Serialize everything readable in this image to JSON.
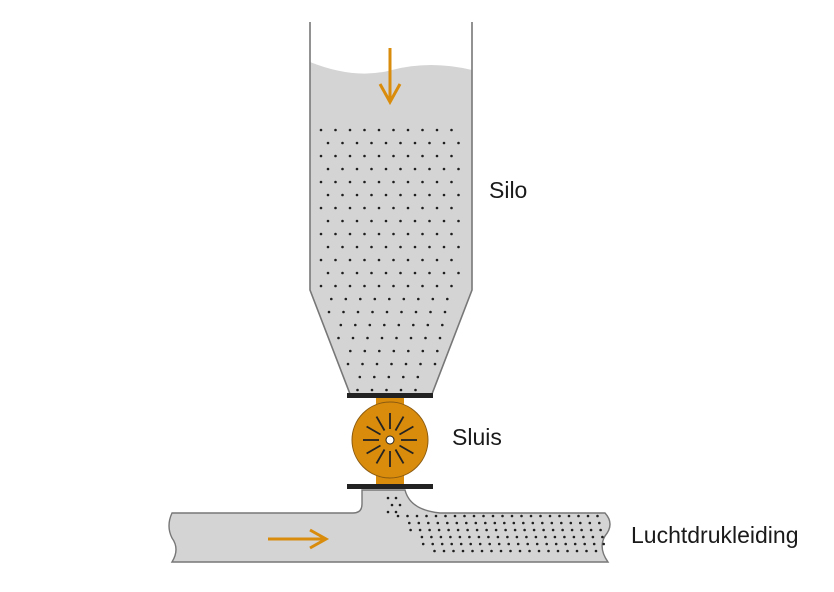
{
  "labels": {
    "silo": "Silo",
    "sluis": "Sluis",
    "leiding": "Luchtdrukleiding"
  },
  "colors": {
    "fill": "#d4d4d4",
    "outline": "#777777",
    "accent": "#d98c0c",
    "dark": "#222222",
    "particle": "#1e1e1e"
  },
  "icons": {
    "material_flow": "arrow-down-icon",
    "air_flow": "arrow-right-icon",
    "rotary_valve": "rotary-valve-icon"
  }
}
